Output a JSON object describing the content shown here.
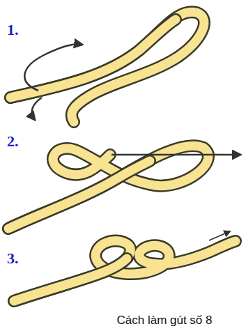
{
  "diagram": {
    "caption": "Cách làm gút số 8",
    "labels": [
      "1.",
      "2.",
      "3."
    ]
  }
}
